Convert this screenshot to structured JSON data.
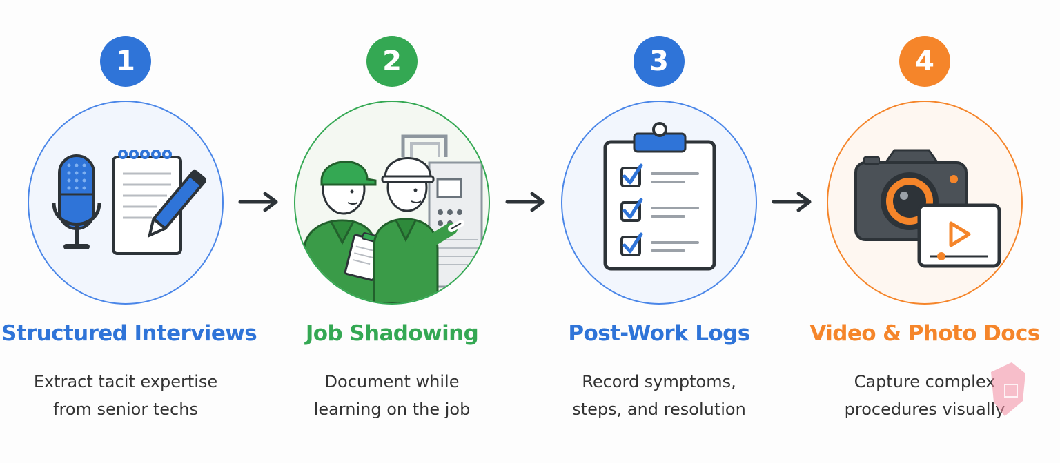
{
  "colors": {
    "blue": "#2f74d8",
    "green": "#34a853",
    "orange": "#f5852a",
    "text": "#333333",
    "arrow": "#2d3338"
  },
  "steps": [
    {
      "number": "1",
      "title": "Structured Interviews",
      "desc": [
        "Extract tacit expertise",
        "from senior techs"
      ],
      "icon": "microphone-notepad-pen-icon",
      "color": "#2f74d8"
    },
    {
      "number": "2",
      "title": "Job Shadowing",
      "desc": [
        "Document while",
        "learning on the job"
      ],
      "icon": "workers-shadowing-icon",
      "color": "#34a853"
    },
    {
      "number": "3",
      "title": "Post-Work Logs",
      "desc": [
        "Record symptoms,",
        "steps, and resolution"
      ],
      "icon": "clipboard-checklist-icon",
      "color": "#2f74d8"
    },
    {
      "number": "4",
      "title": "Video & Photo Docs",
      "desc": [
        "Capture complex",
        "procedures visually"
      ],
      "icon": "camera-video-icon",
      "color": "#f5852a"
    }
  ]
}
